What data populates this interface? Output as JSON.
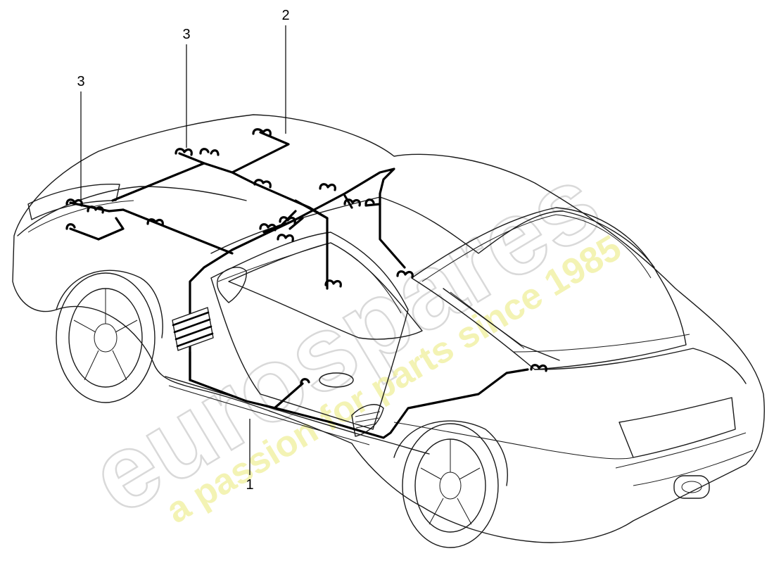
{
  "callouts": {
    "wiring_harness_floor": "1",
    "wiring_harness_rear": "2",
    "connector_left": "3",
    "connector_center": "3"
  },
  "watermark": {
    "brand": "eurospares",
    "tagline": "a passion for parts since 1985"
  },
  "colors": {
    "harness": "#000000",
    "outline": "#1a1a1a",
    "watermark_brand": "#d9d9d9",
    "watermark_tagline": "#f0ef9c"
  }
}
